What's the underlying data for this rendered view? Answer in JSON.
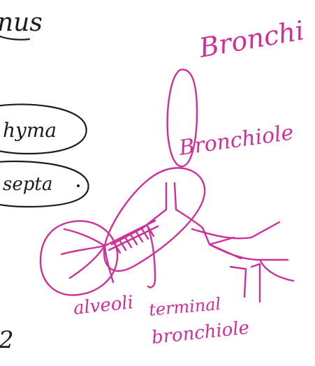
{
  "notes": {
    "black_text": {
      "top_word": "nus",
      "middle_word": "hyma",
      "lower_word": "septa",
      "bottom_number": "2"
    },
    "pink_labels": {
      "bronchi": "Bronchi",
      "bronchiole": "Bronchiole",
      "alveoli": "alveoli",
      "terminal_line1": "terminal",
      "terminal_line2": "bronchiole"
    },
    "colors": {
      "black_ink": "#1b1b1b",
      "pink_ink": "#cf2f98",
      "background": "#ffffff"
    }
  }
}
